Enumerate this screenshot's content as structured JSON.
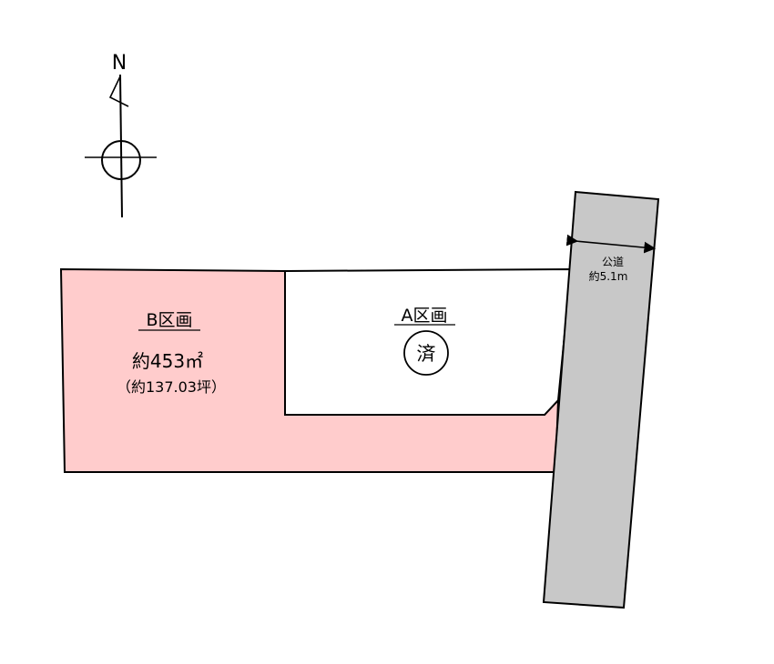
{
  "compass": {
    "north_label": "N"
  },
  "lot_b": {
    "name": "B区画",
    "area_sqm": "約453㎡",
    "area_tsubo": "（約137.03坪）",
    "fill_color": "#ffcccc"
  },
  "lot_a": {
    "name": "A区画",
    "status_stamp": "済",
    "fill_color": "#ffffff"
  },
  "road": {
    "label": "公道",
    "width": "約5.1m",
    "fill_color": "#c8c8c8"
  }
}
